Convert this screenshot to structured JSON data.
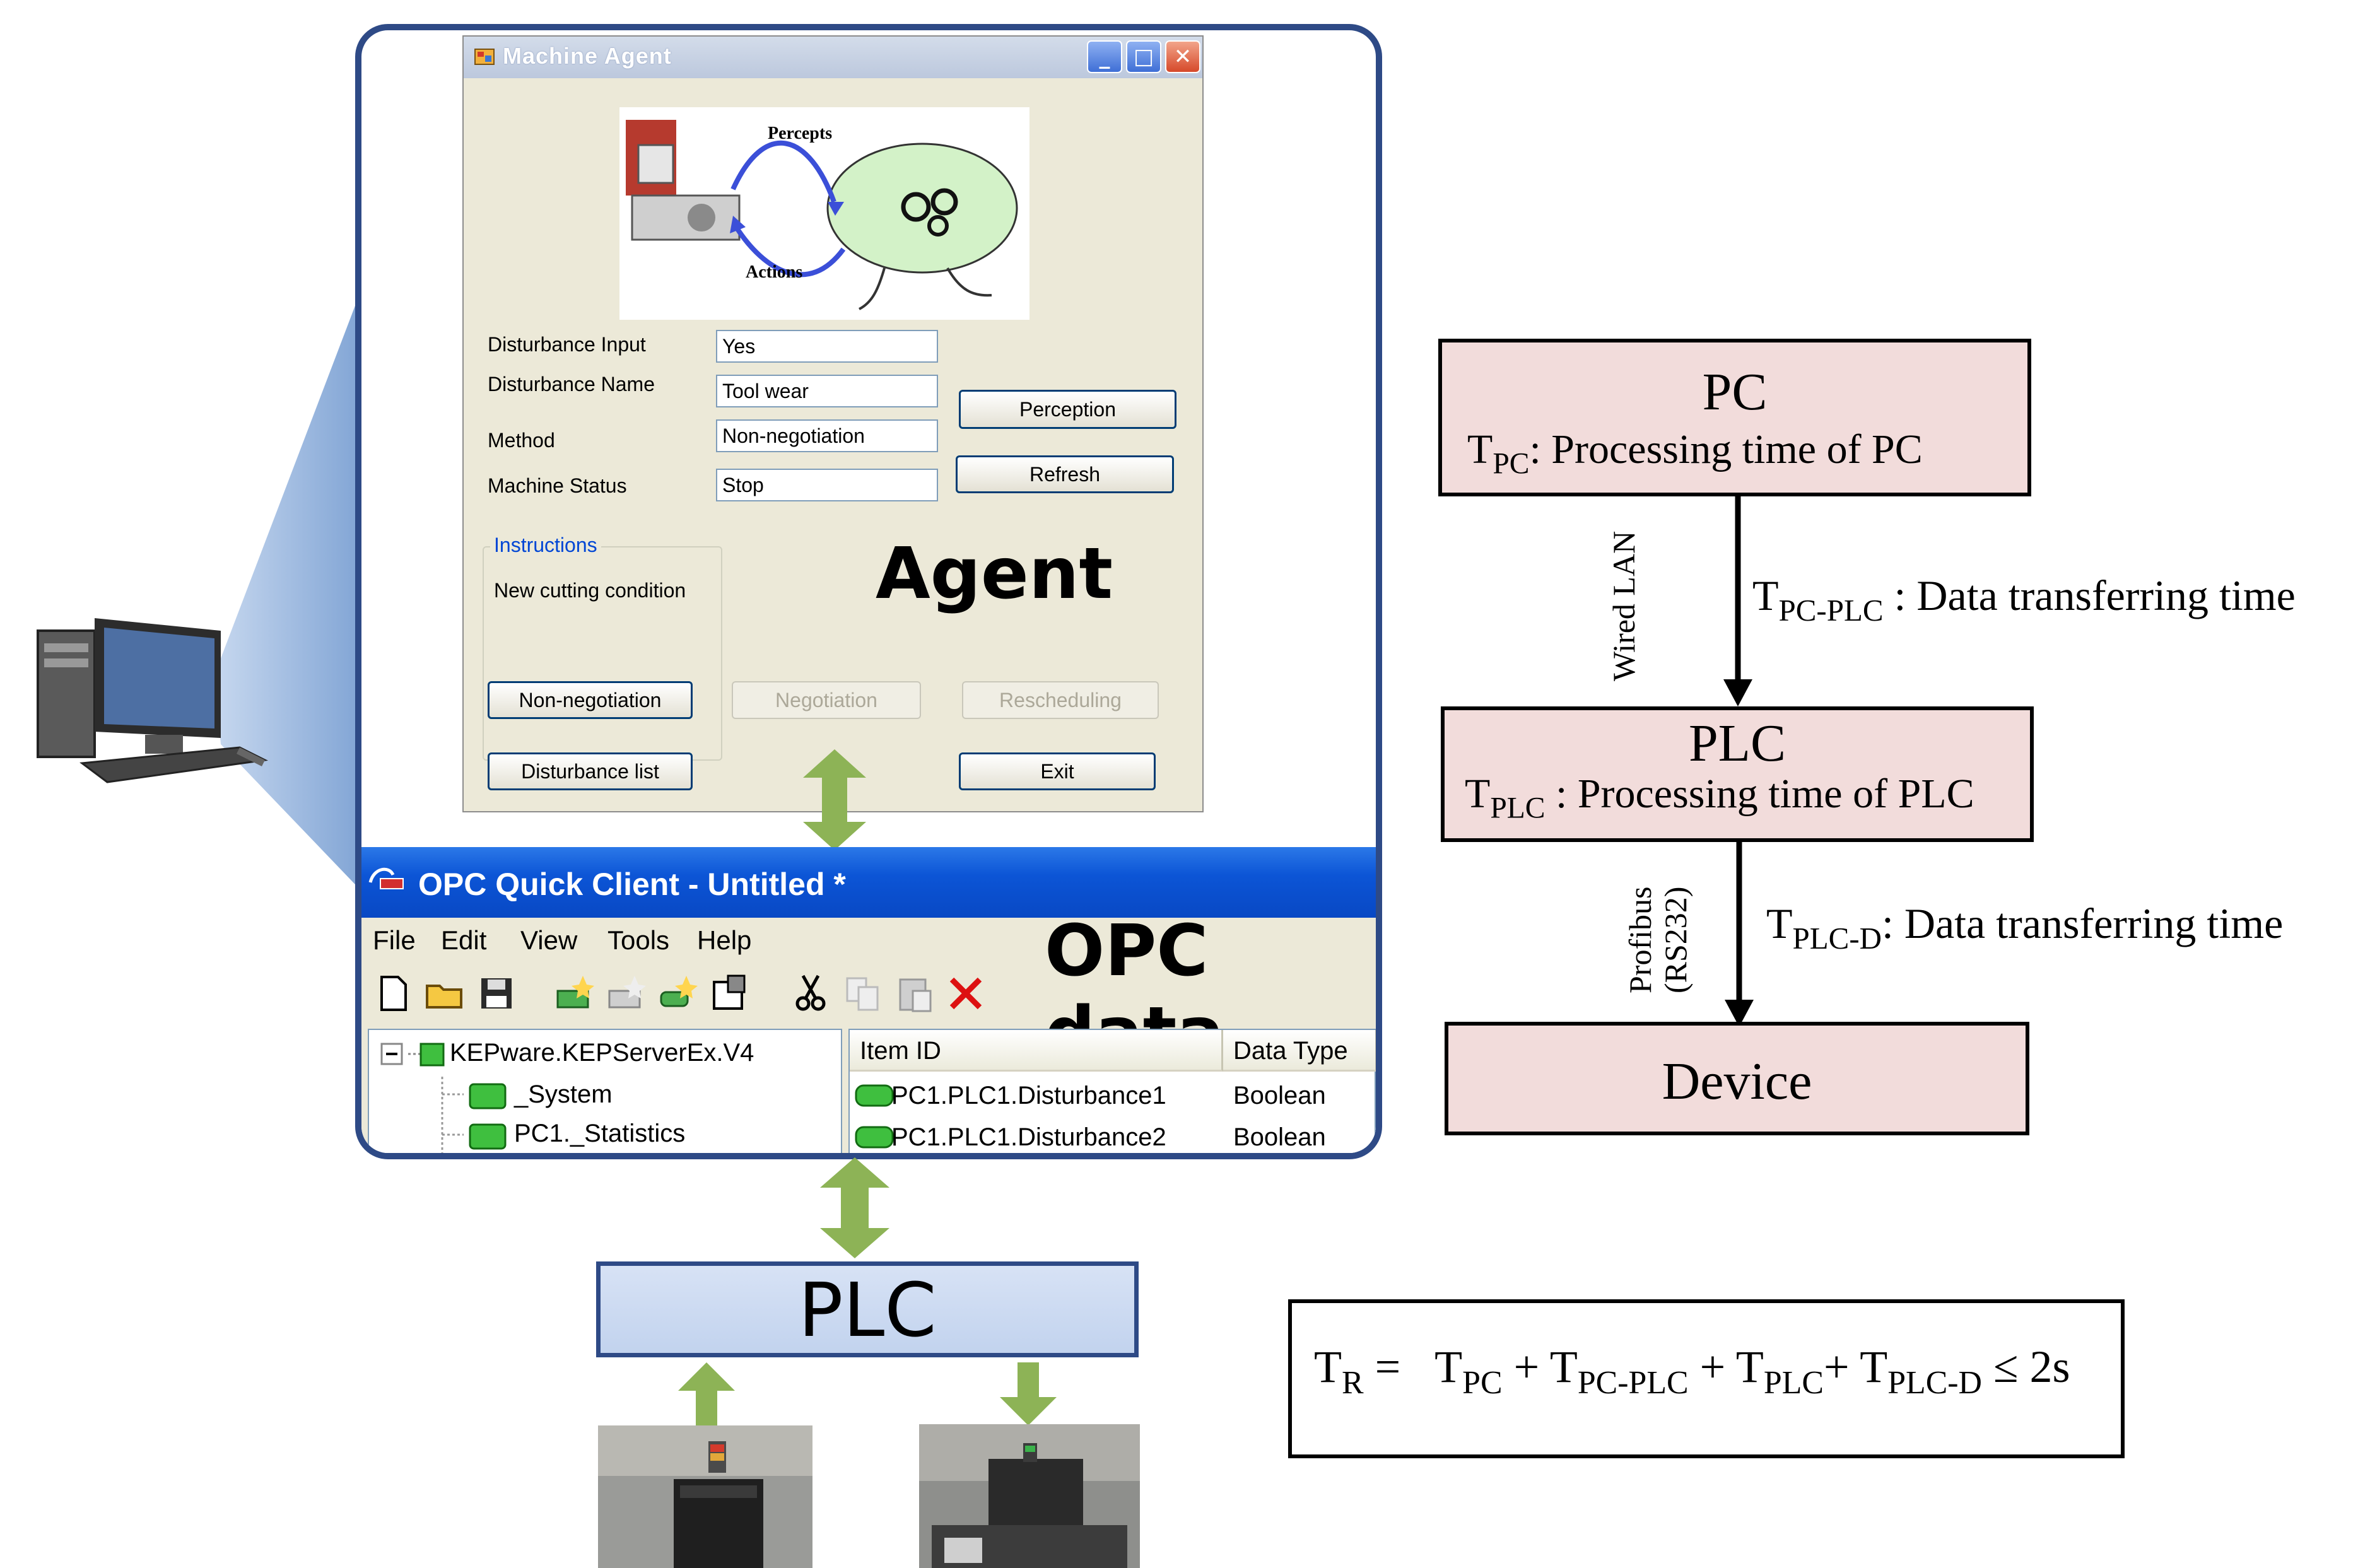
{
  "agent_window": {
    "title": "Machine Agent",
    "illustration": {
      "percepts_label": "Percepts",
      "actions_label": "Actions"
    },
    "fields": [
      {
        "label": "Disturbance Input",
        "value": "Yes"
      },
      {
        "label": "Disturbance Name",
        "value": "Tool wear"
      },
      {
        "label": "Method",
        "value": "Non-negotiation"
      },
      {
        "label": "Machine Status",
        "value": "Stop"
      }
    ],
    "buttons": {
      "perception": "Perception",
      "refresh": "Refresh",
      "non_negotiation": "Non-negotiation",
      "negotiation": "Negotiation",
      "rescheduling": "Rescheduling",
      "disturbance_list": "Disturbance list",
      "exit": "Exit"
    },
    "instructions": {
      "legend": "Instructions",
      "text": "New cutting condition"
    },
    "overlay_label": "Agent"
  },
  "opc_window": {
    "title": "OPC Quick Client - Untitled *",
    "menu": [
      "File",
      "Edit",
      "View",
      "Tools",
      "Help"
    ],
    "overlay_label": "OPC data",
    "tree": {
      "root": "KEPware.KEPServerEx.V4",
      "children": [
        "_System",
        "PC1._Statistics"
      ]
    },
    "list": {
      "columns": [
        "Item ID",
        "Data Type"
      ],
      "rows": [
        {
          "item_id": "PC1.PLC1.Disturbance1",
          "data_type": "Boolean"
        },
        {
          "item_id": "PC1.PLC1.Disturbance2",
          "data_type": "Boolean"
        }
      ]
    }
  },
  "plc_block": {
    "label": "PLC"
  },
  "hierarchy": {
    "pc": {
      "title": "PC",
      "t_symbol": "T",
      "t_sub": "PC",
      "description": ": Processing time of PC"
    },
    "link1": {
      "medium": "Wired LAN",
      "t_symbol": "T",
      "t_sub": "PC-PLC",
      "description": ": Data transferring time"
    },
    "plc": {
      "title": "PLC",
      "t_symbol": "T",
      "t_sub": "PLC",
      "description": ": Processing time of PLC"
    },
    "link2": {
      "medium_line1": "Profibus",
      "medium_line2": "(RS232)",
      "t_symbol": "T",
      "t_sub": "PLC-D",
      "description": ": Data transferring time"
    },
    "device": {
      "title": "Device"
    }
  },
  "formula": {
    "lhs_symbol": "T",
    "lhs_sub": "R",
    "equals": "=",
    "terms": [
      {
        "symbol": "T",
        "sub": "PC"
      },
      {
        "symbol": "T",
        "sub": "PC-PLC"
      },
      {
        "symbol": "T",
        "sub": "PLC"
      },
      {
        "symbol": "T",
        "sub": "PLC-D"
      }
    ],
    "plus": "+",
    "rhs": "≤ 2s"
  },
  "colors": {
    "frame_border": "#2e4a86",
    "node_fill": "#f2dcdb",
    "arrow_green": "#8db356",
    "opc_title": "#0c55d6"
  }
}
